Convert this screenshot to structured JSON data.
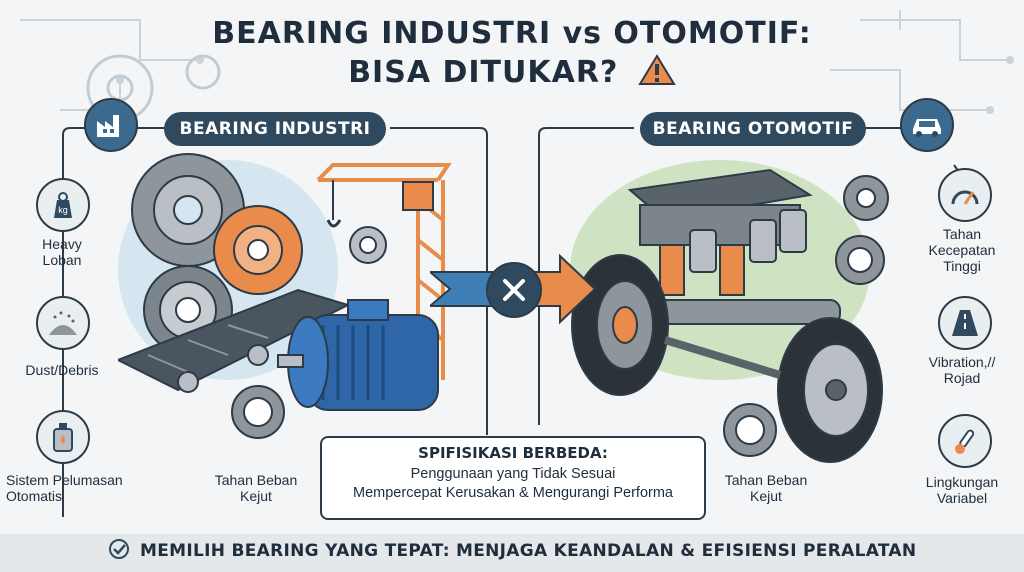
{
  "title": {
    "line1": "BEARING INDUSTRI vs OTOMOTIF:",
    "line2": "BISA DITUKAR?"
  },
  "left": {
    "heading": "BEARING INDUSTRI",
    "features": [
      {
        "label": "Heavy\nLoban",
        "icon": "weight-kg-icon",
        "icon_text": "kg"
      },
      {
        "label": "Dust/Debris",
        "icon": "dust-pile-icon"
      },
      {
        "label": "Sistem Pelumasan\nOtomatis",
        "icon": "oil-lubricator-icon"
      }
    ],
    "bottom_label": "Tahan Beban\nKejut"
  },
  "right": {
    "heading": "BEARING OTOMOTIF",
    "features": [
      {
        "label": "Tahan\nKecepatan\nTinggi",
        "icon": "speedometer-icon"
      },
      {
        "label": "Vibration,//\nRojad",
        "icon": "road-icon"
      },
      {
        "label": "Lingkungan\nVariabel",
        "icon": "thermometer-icon"
      }
    ],
    "bottom_label": "Tahan Beban\nKejut"
  },
  "spec": {
    "title": "SPIFISIKASI BERBEDA:",
    "line1": "Penggunaan yang Tidak Sesuai",
    "line2": "Mempercepat Kerusakan & Mengurangi Performa"
  },
  "footer": {
    "text": "MEMILIH BEARING YANG TEPAT: MENJAGA KEANDALAN & EFISIENSI PERALATAN"
  },
  "colors": {
    "navy": "#2f4a5e",
    "orange": "#e98b4b",
    "blue_arrow": "#3f7fb5",
    "motor_blue": "#2f66a8",
    "green_blob": "#cfe3c2",
    "blue_blob": "#d6e6f0"
  }
}
